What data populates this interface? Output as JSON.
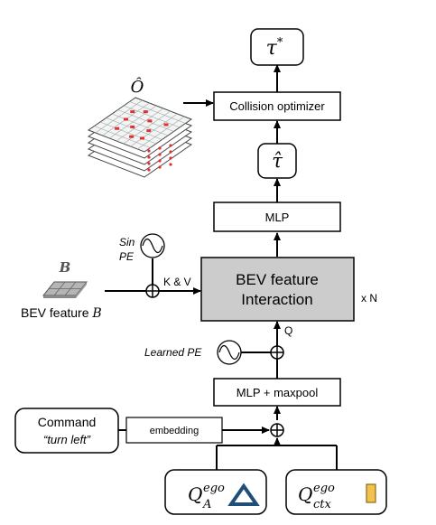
{
  "nodes": {
    "tau_star": {
      "base": "τ",
      "sup": "*"
    },
    "collision_optimizer": "Collision optimizer",
    "tau_hat": "τ̂",
    "mlp": "MLP",
    "bev_interaction": {
      "line1": "BEV feature",
      "line2": "Interaction"
    },
    "repeat": "x N",
    "mlp_maxpool": "MLP + maxpool",
    "embedding": "embedding",
    "command": {
      "line1": "Command",
      "line2": "“turn left”"
    },
    "q_ego_a": {
      "base": "Q",
      "sub": "A",
      "sup": "ego"
    },
    "q_ego_ctx": {
      "base": "Q",
      "sub": "ctx",
      "sup": "ego"
    }
  },
  "labels": {
    "o_hat": "Ô",
    "sin_pe": {
      "line1": "Sin",
      "line2": "PE"
    },
    "kv": "K & V",
    "q": "Q",
    "learned_pe": "Learned PE",
    "b_symbol": "B",
    "bev_feature": {
      "text": "BEV feature ",
      "symbol": "B"
    }
  },
  "colors": {
    "bev_box_fill": "#cccccc",
    "triangle": "#1f4e79",
    "ctx_rect": "#f2c14e",
    "map_red": "#e03030"
  }
}
